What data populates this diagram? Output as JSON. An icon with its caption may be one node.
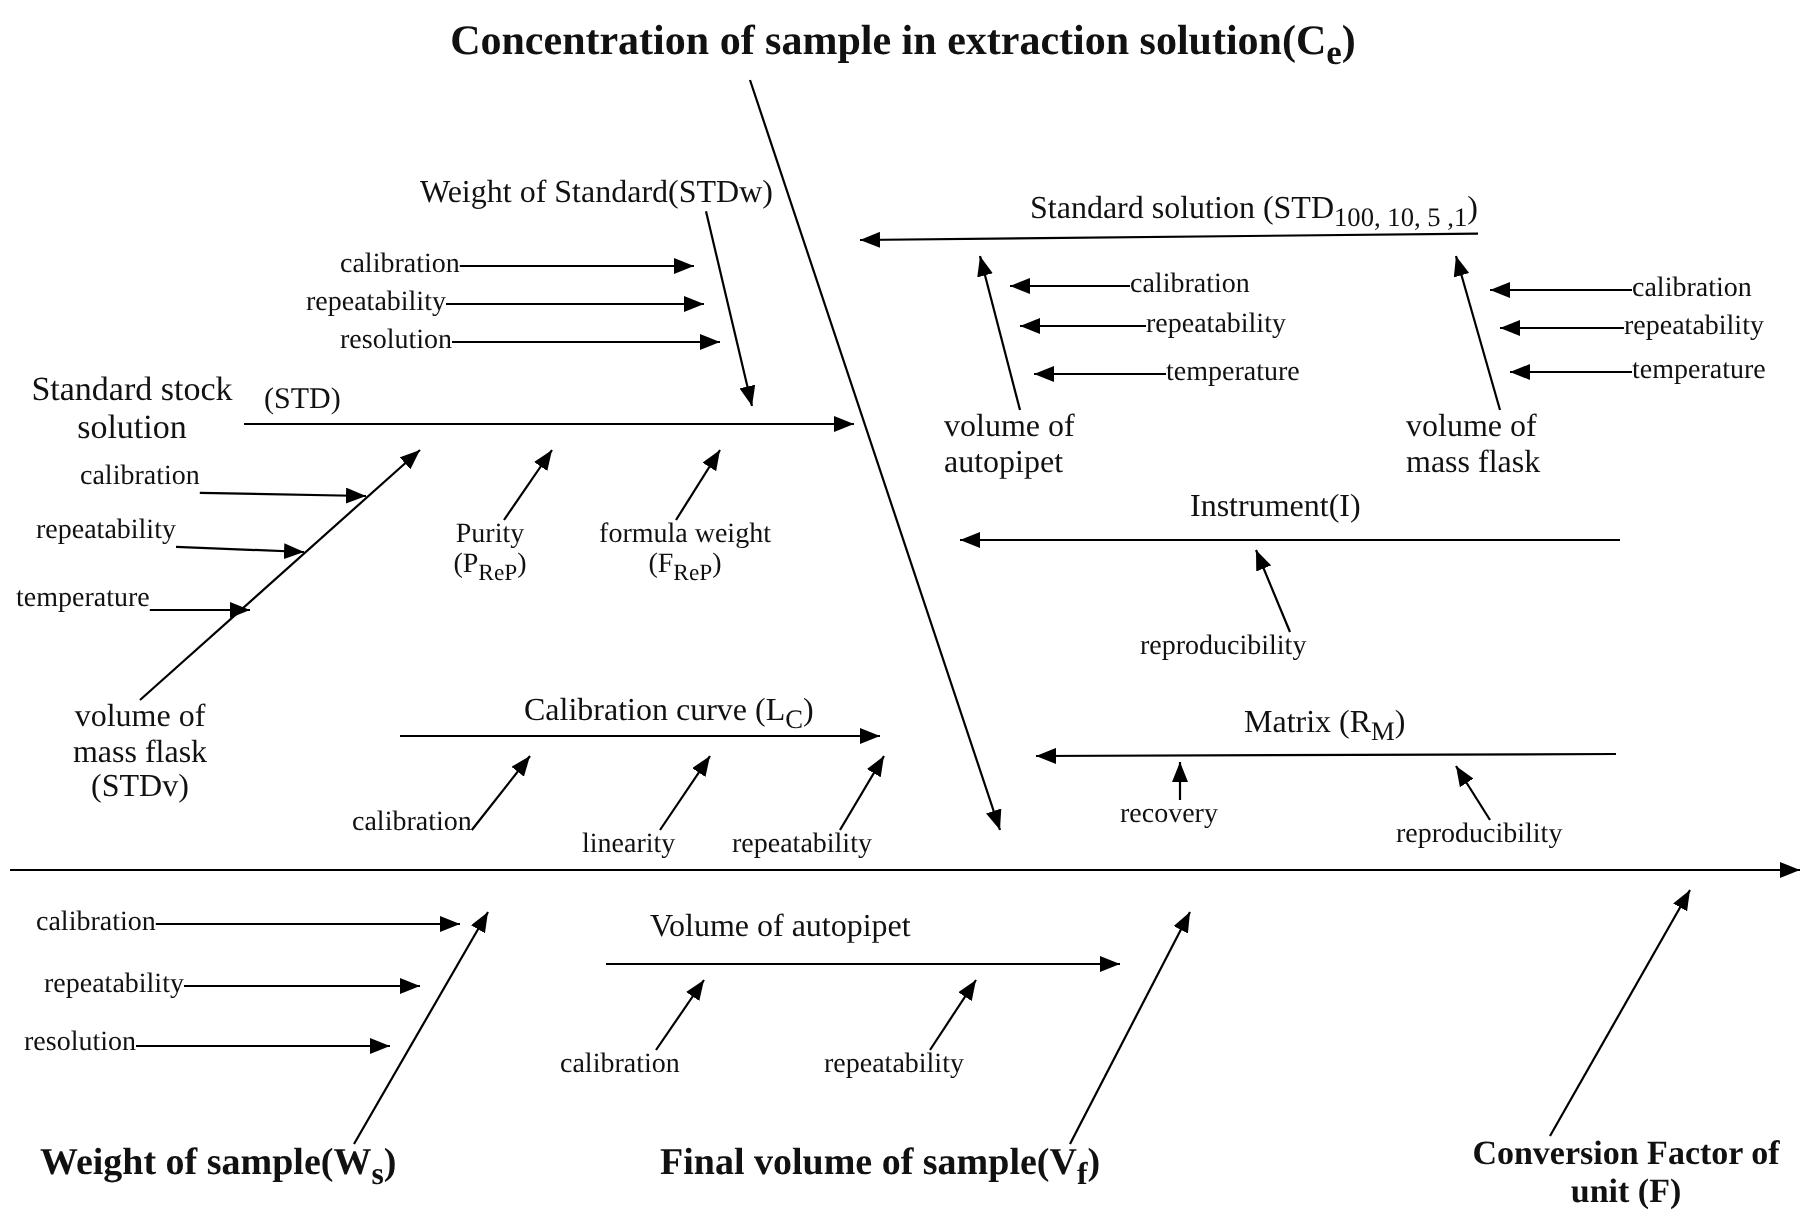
{
  "diagram": {
    "title": "Concentration of sample in extraction solution(C$_{e}$)",
    "nodes": [
      {
        "text": [
          "Weight of Standard(STDw)"
        ]
      },
      {
        "text": [
          "calibration"
        ]
      },
      {
        "text": [
          "repeatability"
        ]
      },
      {
        "text": [
          "resolution"
        ]
      },
      {
        "text": [
          "Standard solution (STD$_{100, 10, 5 ,1}$)"
        ]
      },
      {
        "text": [
          "calibration"
        ]
      },
      {
        "text": [
          "repeatability"
        ]
      },
      {
        "text": [
          "temperature"
        ]
      },
      {
        "text": [
          "calibration"
        ]
      },
      {
        "text": [
          "repeatability"
        ]
      },
      {
        "text": [
          "temperature"
        ]
      },
      {
        "text": [
          "Standard stock solution",
          "(STD)"
        ]
      },
      {
        "text": [
          "volume of autopipet"
        ]
      },
      {
        "text": [
          "volume of mass flask"
        ]
      },
      {
        "text": [
          "calibration"
        ]
      },
      {
        "text": [
          "repeatability"
        ]
      },
      {
        "text": [
          "temperature"
        ]
      },
      {
        "text": [
          "Purity (P$_{ReP}$)"
        ]
      },
      {
        "text": [
          "formula weight (F$_{ReP}$)"
        ]
      },
      {
        "text": [
          "Instrument(I)"
        ]
      },
      {
        "text": [
          "volume of mass flask",
          "(STDv)"
        ]
      },
      {
        "text": [
          "reproducibility"
        ]
      },
      {
        "text": [
          "Calibration curve (L$_{C}$)"
        ]
      },
      {
        "text": [
          "Matrix (R$_{M}$)"
        ]
      },
      {
        "text": [
          "calibration"
        ]
      },
      {
        "text": [
          "linearity"
        ]
      },
      {
        "text": [
          "repeatability"
        ]
      },
      {
        "text": [
          "recovery"
        ]
      },
      {
        "text": [
          "reproducibility"
        ]
      },
      {
        "text": [
          "calibration"
        ]
      },
      {
        "text": [
          "repeatability"
        ]
      },
      {
        "text": [
          "resolution"
        ]
      },
      {
        "text": [
          "Volume of autopipet"
        ]
      },
      {
        "text": [
          "calibration"
        ]
      },
      {
        "text": [
          "repeatability"
        ]
      },
      {
        "text": [
          "Weight of sample(W$_{s}$)"
        ]
      },
      {
        "text": [
          "Final volume of sample(V$_{f}$)"
        ]
      },
      {
        "text": [
          "Conversion Factor of unit (F)"
        ]
      }
    ],
    "edges": [
      {
        "from": 0,
        "to": null,
        "arrow": "to"
      },
      {
        "from": 1,
        "to": 0,
        "arrow": "to"
      },
      {
        "from": 2,
        "to": null,
        "arrow": "to"
      },
      {
        "from": 3,
        "to": null,
        "arrow": "to"
      },
      {
        "from": 5,
        "to": 4,
        "arrow": "to"
      },
      {
        "from": 6,
        "to": null,
        "arrow": "to"
      },
      {
        "from": 7,
        "to": 12,
        "arrow": "to"
      },
      {
        "from": 8,
        "to": 4,
        "arrow": "to"
      },
      {
        "from": 9,
        "to": null,
        "arrow": "to"
      },
      {
        "from": 10,
        "to": 13,
        "arrow": "to"
      },
      {
        "from": 12,
        "to": 4,
        "arrow": "to"
      },
      {
        "from": 13,
        "to": 4,
        "arrow": "to"
      },
      {
        "from": 14,
        "to": 11,
        "arrow": "to"
      },
      {
        "from": 15,
        "to": null,
        "arrow": "to"
      },
      {
        "from": 16,
        "to": null,
        "arrow": "to"
      },
      {
        "from": 17,
        "to": null,
        "arrow": "to"
      },
      {
        "from": 18,
        "to": null,
        "arrow": "to"
      },
      {
        "from": 20,
        "to": 11,
        "arrow": "to"
      },
      {
        "from": 21,
        "to": 19,
        "arrow": "to"
      },
      {
        "from": 24,
        "to": 22,
        "arrow": "to"
      },
      {
        "from": 25,
        "to": 22,
        "arrow": "to"
      },
      {
        "from": 26,
        "to": 22,
        "arrow": "to"
      },
      {
        "from": 27,
        "to": 23,
        "arrow": "to"
      },
      {
        "from": 28,
        "to": 23,
        "arrow": "to"
      },
      {
        "from": 29,
        "to": null,
        "arrow": "to"
      },
      {
        "from": 30,
        "to": null,
        "arrow": "to"
      },
      {
        "from": 31,
        "to": null,
        "arrow": "to"
      },
      {
        "from": 33,
        "to": 32,
        "arrow": "to"
      },
      {
        "from": 34,
        "to": 32,
        "arrow": "to"
      },
      {
        "from": 35,
        "to": null,
        "arrow": "to"
      },
      {
        "from": 36,
        "to": null,
        "arrow": "to"
      },
      {
        "from": 37,
        "to": null,
        "arrow": "to"
      },
      {
        "from": 4,
        "to": null,
        "arrow": "to"
      },
      {
        "from": 11,
        "to": null,
        "arrow": "to"
      }
    ]
  }
}
